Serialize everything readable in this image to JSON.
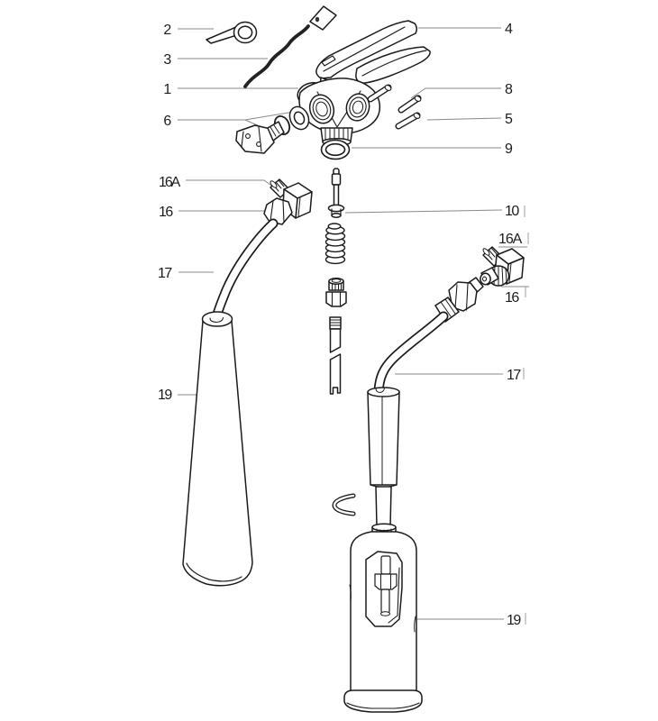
{
  "diagram": {
    "type": "exploded-parts-diagram",
    "background_color": "#ffffff",
    "outline_color": "#1b1b1b",
    "leader_color": "#8a8a8a",
    "cable_color": "#222222",
    "callouts_left": [
      {
        "label": "2"
      },
      {
        "label": "3"
      },
      {
        "label": "1"
      },
      {
        "label": "6"
      },
      {
        "label": "16A"
      },
      {
        "label": "16"
      },
      {
        "label": "17"
      },
      {
        "label": "19"
      }
    ],
    "callouts_right": [
      {
        "label": "4"
      },
      {
        "label": "8"
      },
      {
        "label": "5"
      },
      {
        "label": "9"
      },
      {
        "label": "10"
      },
      {
        "label": "16A"
      },
      {
        "label": "16"
      },
      {
        "label": "17"
      },
      {
        "label": "19"
      }
    ]
  }
}
